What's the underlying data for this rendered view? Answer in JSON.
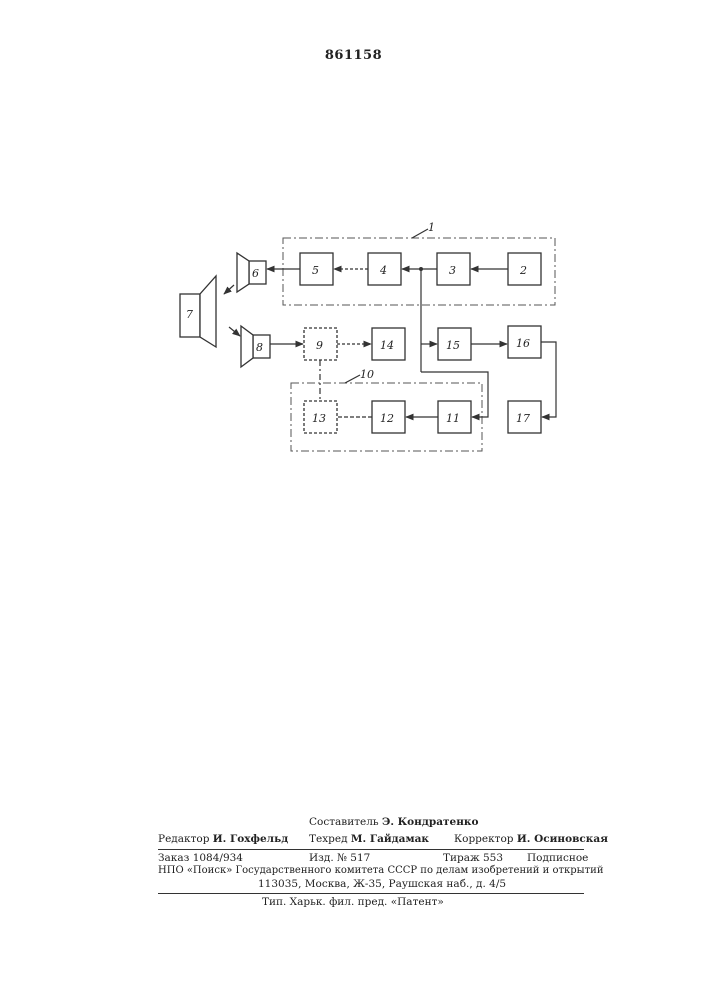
{
  "header": {
    "patent_number": "861158"
  },
  "diagram": {
    "block_labels": [
      "1",
      "2",
      "3",
      "4",
      "5",
      "6",
      "7",
      "8",
      "9",
      "10",
      "11",
      "12",
      "13",
      "14",
      "15",
      "16",
      "17"
    ]
  },
  "footer": {
    "compiler_label": "Составитель",
    "compiler_name": "Э. Кондратенко",
    "editor_label": "Редактор",
    "editor_name": "И. Гохфельд",
    "techred_label": "Техред",
    "techred_name": "М. Гайдамак",
    "corrector_label": "Корректор",
    "corrector_name": "И. Осиновская",
    "order": "Заказ 1084/934",
    "edition": "Изд. № 517",
    "circulation": "Тираж 553",
    "subscription": "Подписное",
    "npo_line": "НПО «Поиск» Государственного комитета СССР по делам изобретений и открытий",
    "address": "113035, Москва, Ж-35, Раушская наб., д. 4/5",
    "printer": "Тип. Харьк. фил. пред. «Патент»"
  }
}
